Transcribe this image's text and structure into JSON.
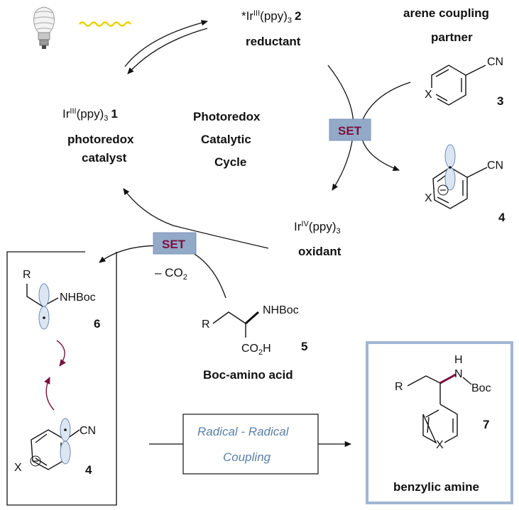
{
  "catalyst_excited": {
    "prefix": "*Ir",
    "ox_state": "III",
    "ligand": "(ppy)",
    "sub": "3",
    "number": "2",
    "role": "reductant"
  },
  "catalyst_ground": {
    "prefix": "Ir",
    "ox_state": "III",
    "ligand": "(ppy)",
    "sub": "3",
    "number": "1",
    "role_line1": "photoredox",
    "role_line2": "catalyst"
  },
  "catalyst_oxidant": {
    "prefix": "Ir",
    "ox_state": "IV",
    "ligand": "(ppy)",
    "sub": "3",
    "role": "oxidant"
  },
  "cycle_title": {
    "line1": "Photoredox",
    "line2": "Catalytic",
    "line3": "Cycle"
  },
  "arene": {
    "heading_line1": "arene coupling",
    "heading_line2": "partner",
    "cn": "CN",
    "x": "X",
    "number": "3"
  },
  "radical_anion": {
    "cn": "CN",
    "x": "X",
    "number": "4"
  },
  "set_labels": {
    "right": "SET",
    "left": "SET"
  },
  "decarboxylation": {
    "minus": "– CO",
    "sub": "2"
  },
  "amino_acid": {
    "r": "R",
    "nhboc": "NHBoc",
    "co2h_a": "CO",
    "co2h_sub": "2",
    "co2h_b": "H",
    "number": "5",
    "label": "Boc-amino acid"
  },
  "alpha_amino_radical": {
    "r": "R",
    "nhboc": "NHBoc",
    "number": "6"
  },
  "radical_anion_box": {
    "cn": "CN",
    "x": "X",
    "number": "4"
  },
  "coupling_step": {
    "line1": "Radical - Radical",
    "line2": "Coupling"
  },
  "product": {
    "r": "R",
    "h": "H",
    "n": "N",
    "boc": "Boc",
    "x": "X",
    "number": "7",
    "label": "benzylic amine"
  },
  "colors": {
    "set_box": "#93a9c8",
    "set_text": "#7a1240",
    "bond_highlight": "#7a1240",
    "product_border": "#a0b6d3",
    "italic_text": "#5a7fa8",
    "orbital": "#dce6f2"
  },
  "icons": [
    "light-bulb-icon",
    "light-wave-icon"
  ]
}
